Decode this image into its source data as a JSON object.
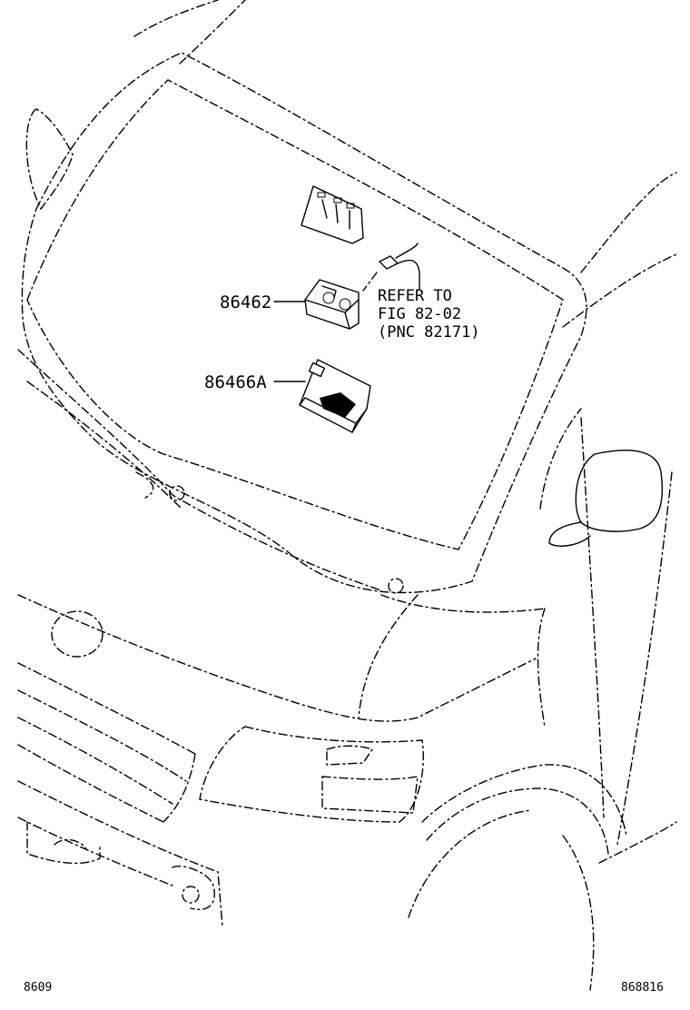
{
  "parts": [
    {
      "id": "86462",
      "label": "86462"
    },
    {
      "id": "86466A",
      "label": "86466A"
    }
  ],
  "reference": {
    "line1": "REFER TO",
    "line2": "FIG 82-02",
    "line3": "(PNC 82171)"
  },
  "footer": {
    "left_code": "8609",
    "right_code": "868816"
  }
}
